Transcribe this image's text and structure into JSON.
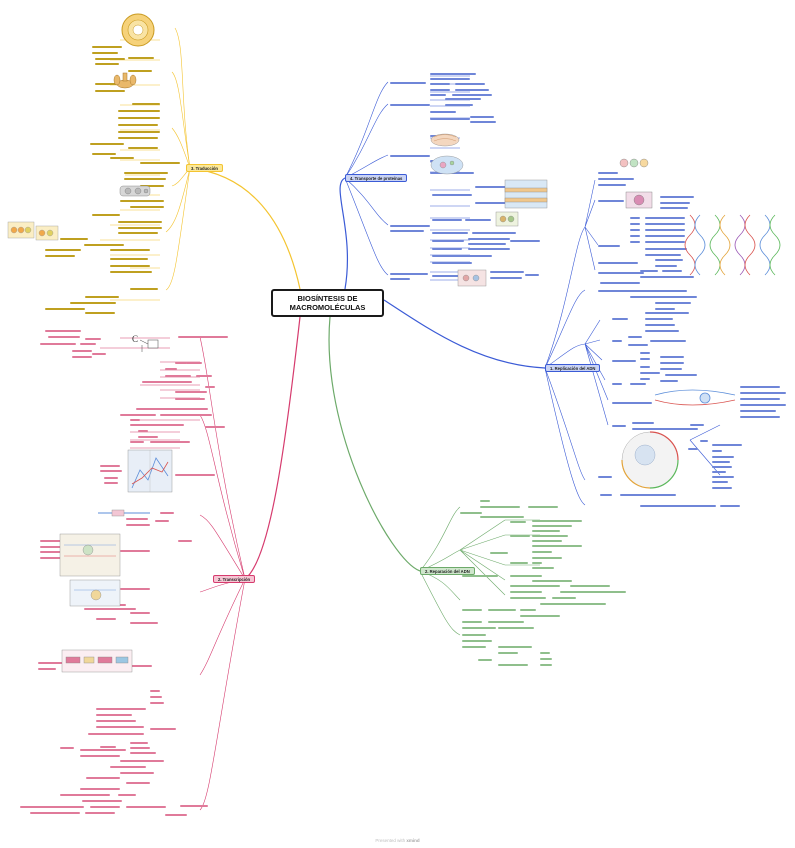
{
  "central_topic": "BIOSÍNTESIS DE MACROMOLÉCULAS",
  "branches": {
    "traduccion": {
      "label": "3. Traducción",
      "color": "#f4c430",
      "fill": "#fbe89a"
    },
    "transporte": {
      "label": "4. Transporte de proteínas",
      "color": "#3b5bd6",
      "fill": "#c9d3f4"
    },
    "replicacion": {
      "label": "1. Replicación del ADN",
      "color": "#3b5bd6",
      "fill": "#c9d3f4"
    },
    "reparacion": {
      "label": "2. Reparación del ADN",
      "color": "#6daa6a",
      "fill": "#cfe6cc"
    },
    "transcripcion": {
      "label": "2. Transcripción",
      "color": "#d63b6e",
      "fill": "#f6c5d3"
    }
  },
  "footer": {
    "prefix": "Presented with",
    "brand": "xmind"
  },
  "colors": {
    "yellow": "#f4c430",
    "blue": "#3b5bd6",
    "green": "#6daa6a",
    "pink": "#d63b6e",
    "yellow_fill": "#fbe89a",
    "blue_fill": "#c9d3f4",
    "green_fill": "#cfe6cc",
    "pink_fill": "#f6c5d3"
  }
}
